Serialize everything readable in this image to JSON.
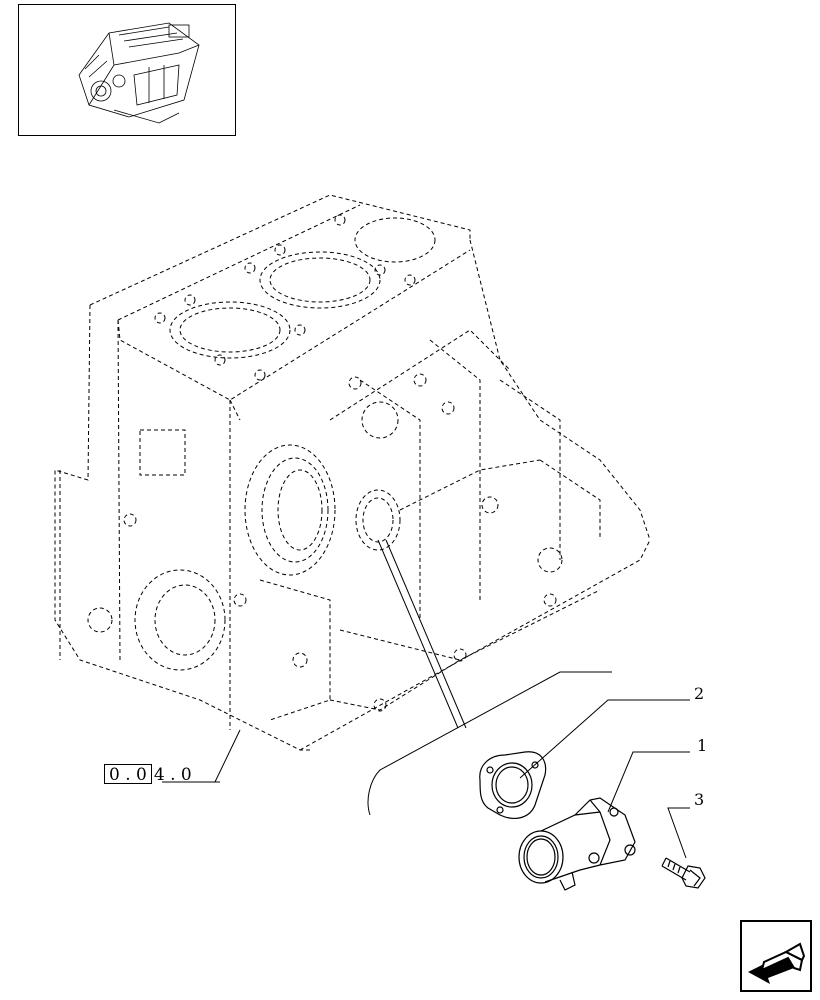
{
  "thumbnail": {
    "label": "engine-overview"
  },
  "callouts": [
    {
      "id": "1",
      "text": "1"
    },
    {
      "id": "2",
      "text": "2"
    },
    {
      "id": "3",
      "text": "3"
    }
  ],
  "reference": {
    "boxed": "0 . 0",
    "tail": "4 . 0"
  },
  "nav": {
    "icon": "arrow-next-icon"
  },
  "colors": {
    "line": "#000000",
    "background": "#ffffff"
  }
}
